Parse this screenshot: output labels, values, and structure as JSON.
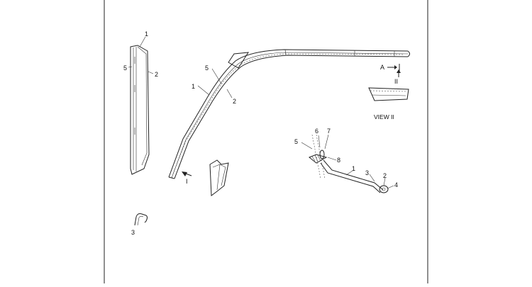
{
  "labels": {
    "left_1": "1",
    "left_5": "5",
    "left_2": "2",
    "arc_5": "5",
    "arc_1": "1",
    "arc_2": "2",
    "arc_view_I": "I",
    "detail_A": "A",
    "detail_view_II": "II",
    "bottom_3": "3",
    "rod_6": "6",
    "rod_7": "7",
    "rod_5": "5",
    "rod_8": "8",
    "rod_1": "1",
    "rod_3": "3",
    "rod_2": "2",
    "rod_4": "4"
  },
  "view_caption": "VIEW II"
}
